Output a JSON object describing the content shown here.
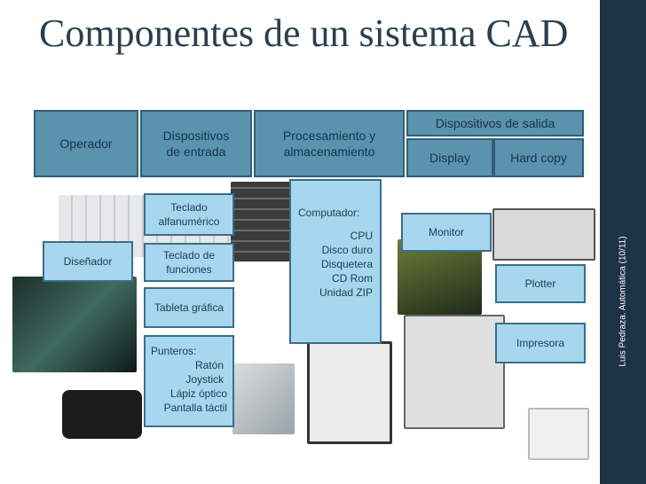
{
  "title": "Componentes de un sistema CAD",
  "side_note": "Luis Pedraza. Automática (10/11)",
  "headers": {
    "operador": "Operador",
    "entrada": [
      "Dispositivos",
      "de entrada"
    ],
    "proceso": [
      "Procesamiento y",
      "almacenamiento"
    ],
    "salida": "Dispositivos de salida",
    "display": "Display",
    "hardcopy": "Hard copy"
  },
  "labels": {
    "disenador": "Diseñador",
    "teclado_alfa": [
      "Teclado",
      "alfanumérico"
    ],
    "teclado_func": [
      "Teclado de",
      "funciones"
    ],
    "tableta": "Tableta gráfica",
    "punteros": [
      "Punteros:",
      "Ratón",
      "Joystick",
      "Lápiz óptico",
      "Pantalla táctil"
    ],
    "computador": [
      "Computador:",
      "CPU",
      "Disco duro",
      "Disquetera",
      "CD Rom",
      "Unidad ZIP"
    ],
    "monitor": "Monitor",
    "plotter": "Plotter",
    "impresora": "Impresora"
  },
  "colors": {
    "header_fill": "#5b93ae",
    "label_fill": "#a7d7ee",
    "sidebar": "#1e3345",
    "title": "#2a3f4f"
  }
}
